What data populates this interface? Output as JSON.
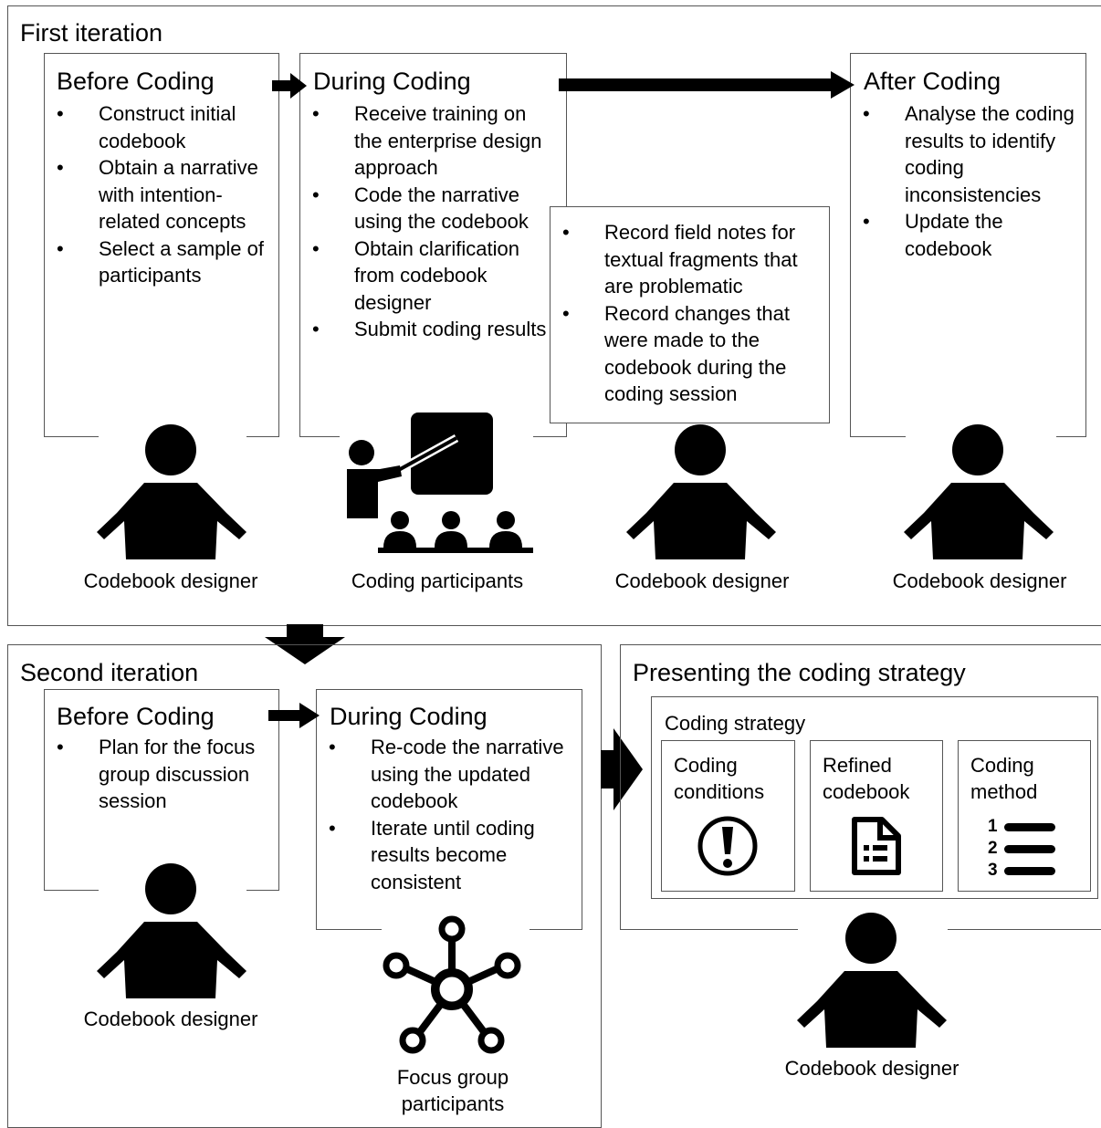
{
  "first_iteration": {
    "title": "First iteration",
    "before": {
      "title": "Before Coding",
      "items": [
        "Construct initial codebook",
        "Obtain a narrative with intention-related concepts",
        "Select a sample of participants"
      ]
    },
    "during": {
      "title": "During Coding",
      "items": [
        "Receive training on the enterprise design approach",
        "Code the narrative using the codebook",
        "Obtain clarification from codebook designer",
        "Submit coding results"
      ]
    },
    "field_notes": {
      "items": [
        "Record field notes for textual fragments that are problematic",
        "Record changes that were made to the codebook during the coding session"
      ]
    },
    "after": {
      "title": "After Coding",
      "items": [
        "Analyse the coding results to identify coding inconsistencies",
        "Update the codebook"
      ]
    },
    "actors": [
      "Codebook designer",
      "Coding participants",
      "Codebook designer",
      "Codebook designer"
    ]
  },
  "second_iteration": {
    "title": "Second iteration",
    "before": {
      "title": "Before Coding",
      "items": [
        "Plan for the focus group discussion session"
      ]
    },
    "during": {
      "title": "During Coding",
      "items": [
        "Re-code the narrative using the updated codebook",
        "Iterate until coding results become consistent"
      ]
    },
    "actors": [
      "Codebook designer",
      "Focus group participants"
    ]
  },
  "presenting": {
    "title": "Presenting the coding strategy",
    "strategy_label": "Coding strategy",
    "cards": [
      {
        "label": "Coding conditions",
        "icon": "exclamation-circle-icon"
      },
      {
        "label": "Refined codebook",
        "icon": "document-list-icon"
      },
      {
        "label": "Coding method",
        "icon": "numbered-list-icon",
        "numbers": [
          "1",
          "2",
          "3"
        ]
      }
    ],
    "actor": "Codebook designer"
  }
}
